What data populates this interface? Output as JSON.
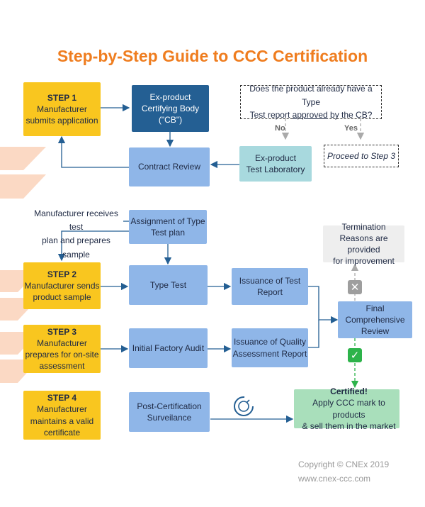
{
  "title": "Step-by-Step Guide to CCC Certification",
  "step1": {
    "heading": "STEP 1",
    "line1": "Manufacturer",
    "line2": "submits application"
  },
  "cb": {
    "line1": "Ex-product",
    "line2": "Certifying Body",
    "line3": "(\"CB\")"
  },
  "question": {
    "part1": "Does the product already have a Type",
    "part2": "Test report ",
    "approved": "approved",
    "part3": " by the CB?"
  },
  "no_label": "No",
  "yes_label": "Yes",
  "lab": {
    "line1": "Ex-product",
    "line2": "Test Laboratory"
  },
  "proceed": "Proceed to Step 3",
  "contract_review": "Contract Review",
  "receives_note": {
    "line1": "Manufacturer receives test",
    "line2": "plan and prepares sample"
  },
  "assignment": {
    "line1": "Assignment of Type",
    "line2": "Test plan"
  },
  "step2": {
    "heading": "STEP 2",
    "line1": "Manufacturer sends",
    "line2": "product sample"
  },
  "type_test": "Type Test",
  "issuance_test": {
    "line1": "Issuance of Test",
    "line2": "Report"
  },
  "step3": {
    "heading": "STEP 3",
    "line1": "Manufacturer",
    "line2": "prepares for on-site",
    "line3": "assessment"
  },
  "factory_audit": "Initial Factory Audit",
  "issuance_quality": {
    "line1": "Issuance of Quality",
    "line2": "Assessment Report"
  },
  "termination": {
    "line1": "Termination",
    "line2": "Reasons are provided",
    "line3": "for improvement"
  },
  "final_review": {
    "line1": "Final",
    "line2": "Comprehensive",
    "line3": "Review"
  },
  "step4": {
    "heading": "STEP 4",
    "line1": "Manufacturer",
    "line2": "maintains a valid",
    "line3": "certificate"
  },
  "surveillance": {
    "line1": "Post-Certification",
    "line2": "Surveilance"
  },
  "certified": {
    "heading": "Certified!",
    "line1": "Apply CCC mark to products",
    "line2": "& sell them in the market"
  },
  "copyright": {
    "line1": "Copyright © CNEx 2019",
    "line2": "www.cnex-ccc.com"
  },
  "colors": {
    "title": "#ef7d1f",
    "step": "#f9c61f",
    "process": "#8fb6e8",
    "cb": "#245f93",
    "lab": "#a8d9de",
    "certified": "#a9dfbb",
    "reject": "#9e9e9e",
    "approve": "#2db34a"
  },
  "icons": [
    "cross-icon",
    "check-icon",
    "checkered-flag-icon",
    "cycle-icon"
  ]
}
